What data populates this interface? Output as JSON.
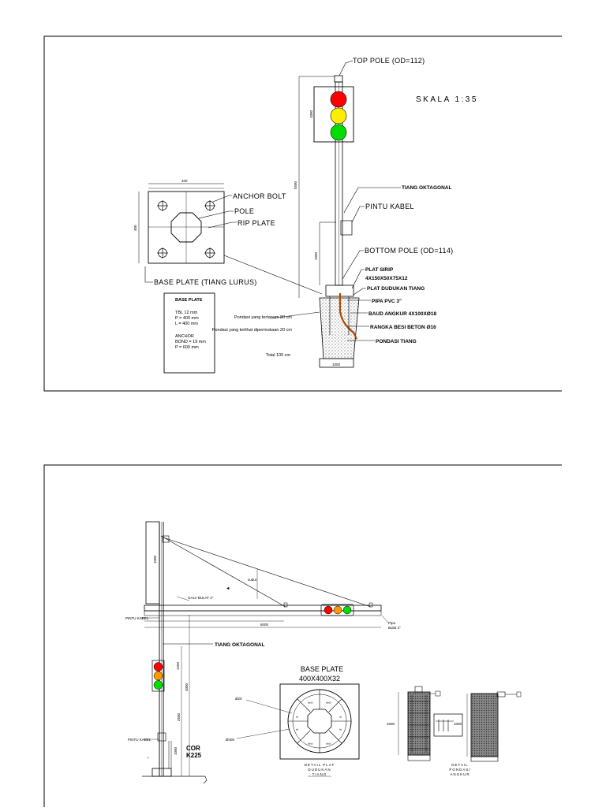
{
  "top_sheet": {
    "scale": "SKALA  1:35",
    "labels": {
      "top_pole": "TOP POLE (OD=112)",
      "tiang_oktagonal": "TIANG OKTAGONAL",
      "pintu_kabel": "PINTU KABEL",
      "bottom_pole": "BOTTOM POLE (OD=114)",
      "plat_sirip": "PLAT SIRIP",
      "plat_sirip_dim": "4X150X50X75X12",
      "plat_dudukan": "PLAT DUDUKAN TIANG",
      "pipa_pvc": "PIPA PVC 3\"",
      "baud_angkur": "BAUD ANGKUR 4X100XØ18",
      "rangka_besi": "RANGKA BESI BETON Ø16",
      "pondasi_tiang": "PONDASI TIANG",
      "anchor_bolt": "ANCHOR BOLT",
      "pole": "POLE",
      "rip_plate": "RIP PLATE",
      "base_plate_caption": "BASE PLATE (TIANG LURUS)"
    },
    "notes": {
      "tertanam": "Pondasi yang tertanam 80 cm",
      "terlihat": "Pondasi yang terlihat dipermukaan 20 cm",
      "total": "Total 100 cm"
    },
    "base_plate_box": {
      "title": "BASE PLATE",
      "lines": [
        "TBL 12 mm",
        "P = 400 mm",
        "L = 400 mm"
      ],
      "anchor_title": "ANCHOR",
      "anchor_lines": [
        "BOND = 19 mm",
        "P = 600 mm"
      ]
    },
    "signal_colors": [
      "#ff0000",
      "#ffee00",
      "#00dd00"
    ]
  },
  "bottom_sheet": {
    "labels": {
      "tiang_oktagonal": "TIANG OKTAGONAL",
      "base_plate_title": "BASE PLATE",
      "base_plate_dim": "400X400X32",
      "cor": "COR",
      "k225": "K225",
      "detail_plat": "DETAIL PLAT",
      "dudukan": "DUDUKAN",
      "tiang": "TIANG",
      "detail_pondasi": "DETAIL",
      "pondasi": "PONDASI",
      "angkur": "ANGKUR",
      "galv_bulat": "GALV BULAT 3\"",
      "pintu_kabel": "PINTU KABEL"
    },
    "signal_colors": [
      "#ff0000",
      "#ff9900",
      "#00dd00"
    ]
  }
}
